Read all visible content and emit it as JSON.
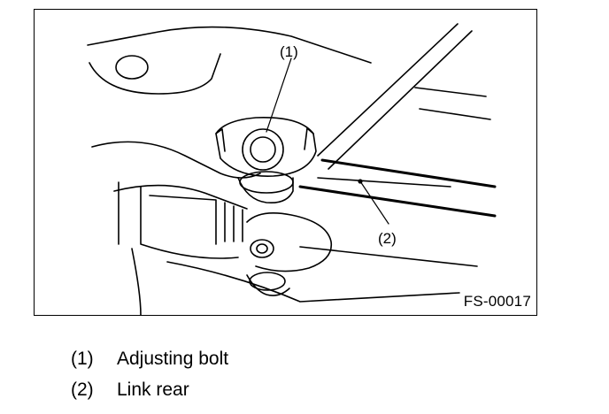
{
  "figure": {
    "id": "FS-00017",
    "callouts": [
      {
        "number": "(1)"
      },
      {
        "number": "(2)"
      }
    ]
  },
  "legend": [
    {
      "number": "(1)",
      "label": "Adjusting bolt"
    },
    {
      "number": "(2)",
      "label": "Link rear"
    }
  ]
}
